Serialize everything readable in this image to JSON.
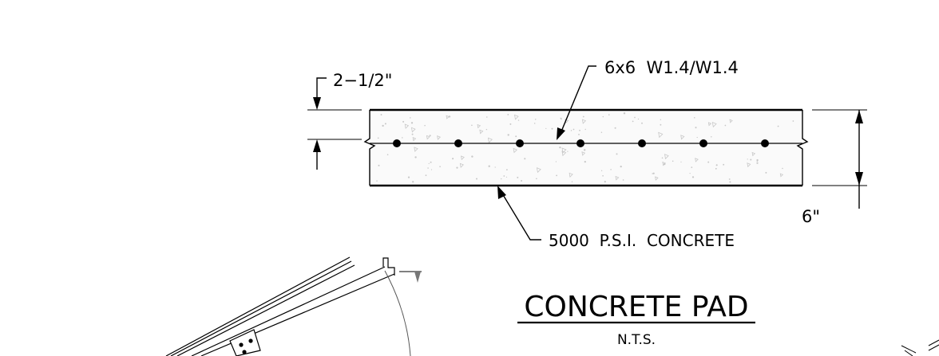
{
  "detail": {
    "title": "CONCRETE PAD",
    "scale_note": "N.T.S."
  },
  "callouts": {
    "mesh": "6x6  W1.4/W1.4",
    "concrete": "5000  P.S.I.  CONCRETE"
  },
  "dimensions": {
    "cover": "2−1/2\"",
    "thickness": "6\""
  },
  "colors": {
    "linework": "#000000",
    "stipple": "#c8c8c8",
    "background": "#ffffff"
  }
}
